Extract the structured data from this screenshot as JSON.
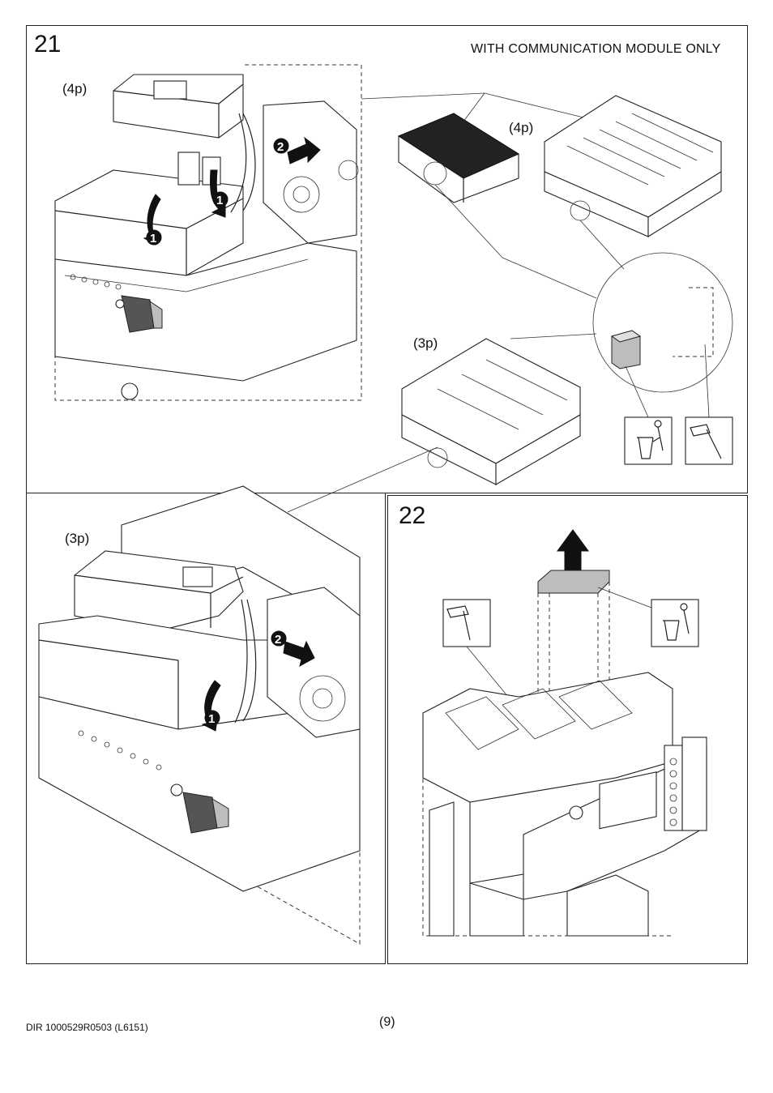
{
  "step21": {
    "number": "21",
    "caption": "WITH COMMUNICATION MODULE ONLY",
    "label_4p_top": "(4p)",
    "label_4p_right": "(4p)",
    "label_3p_right": "(3p)",
    "label_3p_bottom": "(3p)",
    "markers": [
      "1",
      "1",
      "2",
      "1",
      "2"
    ]
  },
  "step22": {
    "number": "22"
  },
  "footer": {
    "doc_ref": "DIR 1000529R0503 (L6151)",
    "page": "(9)"
  },
  "icons": [
    "trash-can-icon",
    "hammer-icon",
    "up-arrow-icon"
  ]
}
